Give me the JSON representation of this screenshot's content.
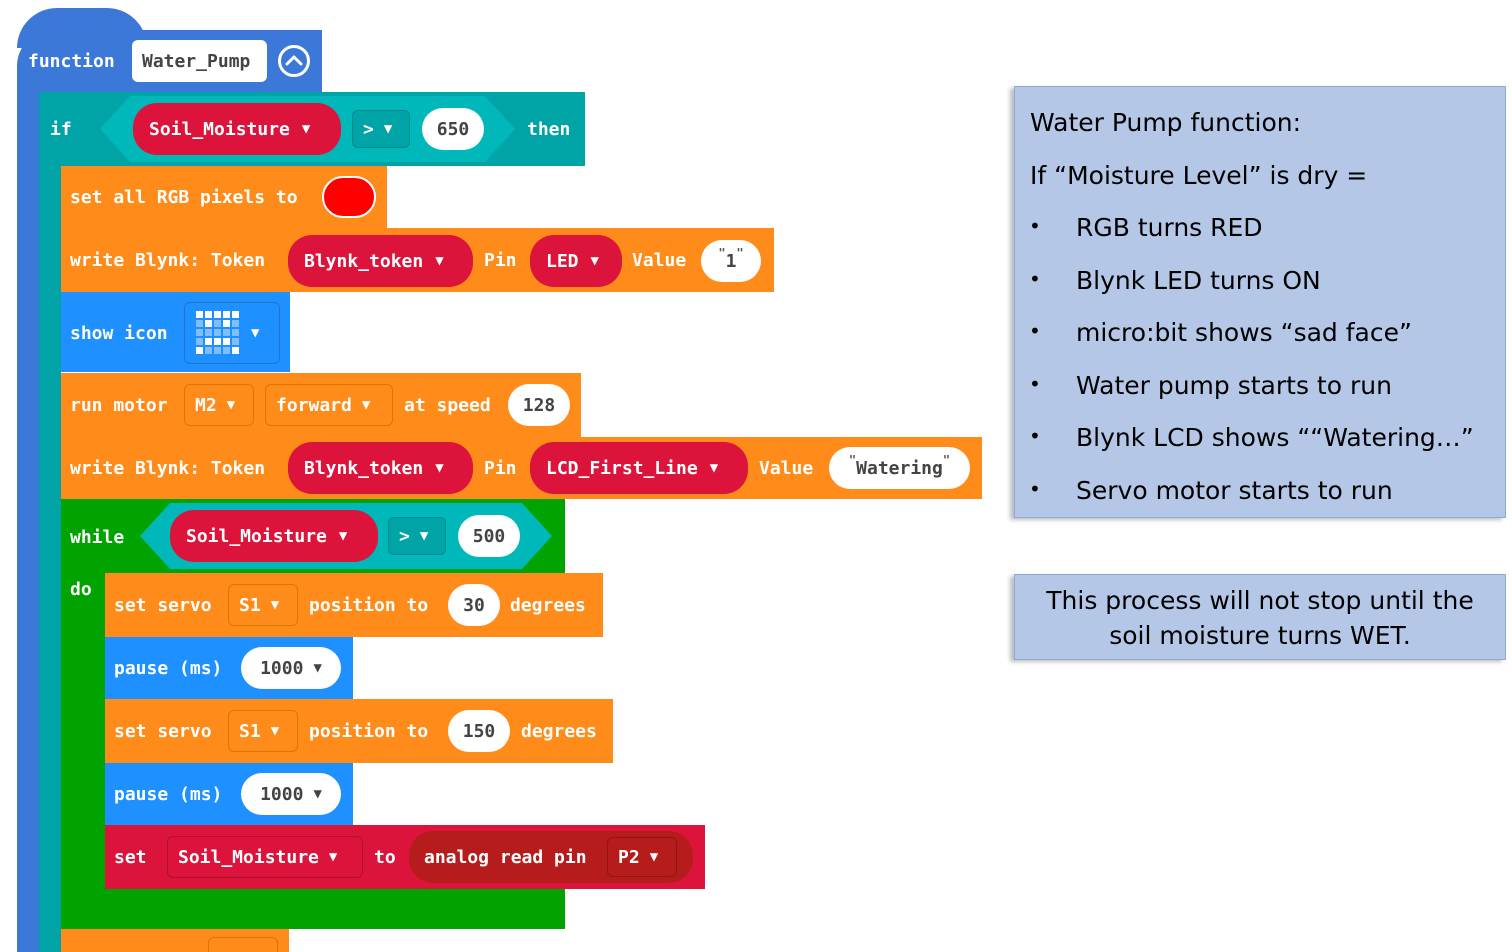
{
  "function_block": {
    "keyword": "function",
    "name": "Water_Pump"
  },
  "if_block": {
    "keyword": "if",
    "variable": "Soil_Moisture",
    "operator": ">",
    "value": "650",
    "then": "then"
  },
  "rgb_block": {
    "text": "set all RGB pixels to",
    "color": "#ff0000"
  },
  "blynk_write_1": {
    "prefix": "write Blynk: Token",
    "token": "Blynk_token",
    "pin_label": "Pin",
    "pin": "LED",
    "value_label": "Value",
    "value": "1"
  },
  "show_icon_block": {
    "text": "show icon",
    "icon": "sad-face-icon"
  },
  "motor_block": {
    "prefix": "run motor",
    "motor": "M2",
    "direction": "forward",
    "speed_label": "at speed",
    "speed": "128"
  },
  "blynk_write_2": {
    "prefix": "write Blynk: Token",
    "token": "Blynk_token",
    "pin_label": "Pin",
    "pin": "LCD_First_Line",
    "value_label": "Value",
    "value": "Watering"
  },
  "while_block": {
    "keyword": "while",
    "do": "do",
    "variable": "Soil_Moisture",
    "operator": ">",
    "value": "500"
  },
  "servo_1": {
    "prefix": "set servo",
    "servo": "S1",
    "pos_label": "position to",
    "angle": "30",
    "unit": "degrees"
  },
  "pause_1": {
    "text": "pause (ms)",
    "value": "1000"
  },
  "servo_2": {
    "prefix": "set servo",
    "servo": "S1",
    "pos_label": "position to",
    "angle": "150",
    "unit": "degrees"
  },
  "pause_2": {
    "text": "pause (ms)",
    "value": "1000"
  },
  "set_var_block": {
    "keyword": "set",
    "variable": "Soil_Moisture",
    "to": "to",
    "reader": "analog read pin",
    "pin": "P2"
  },
  "note_1": {
    "title": "Water Pump function:",
    "line2": "If “Moisture Level” is dry =",
    "bullets": [
      "RGB turns RED",
      "Blynk LED turns ON",
      "micro:bit shows “sad face”",
      "Water pump starts to run",
      "Blynk LCD shows ““Watering…”",
      "Servo motor starts to run"
    ]
  },
  "note_2": {
    "line1": "This process will not stop until the",
    "line2": "soil moisture turns WET."
  },
  "colors": {
    "event": "#ff8c1a",
    "basic": "#1e90ff",
    "variables": "#dc143c",
    "loops": "#00a300",
    "logic": "#00a4a6",
    "function": "#3c78d8",
    "note_bg": "#b4c7e7"
  }
}
